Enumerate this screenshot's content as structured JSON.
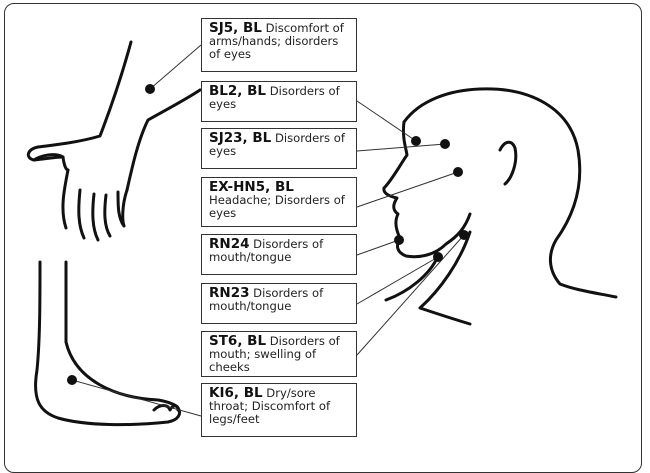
{
  "points": [
    {
      "code": "SJ5, BL",
      "desc": "Discomfort of arms/hands; disorders of eyes"
    },
    {
      "code": "BL2, BL",
      "desc": "Disorders of eyes"
    },
    {
      "code": "SJ23, BL",
      "desc": "Disorders of eyes"
    },
    {
      "code": "EX-HN5, BL",
      "desc": "Headache; Disorders of eyes"
    },
    {
      "code": "RN24",
      "desc": "Disorders of mouth/tongue"
    },
    {
      "code": "RN23",
      "desc": "Disorders of mouth/tongue"
    },
    {
      "code": "ST6, BL",
      "desc": "Disorders of mouth; swelling of cheeks"
    },
    {
      "code": "KI6, BL",
      "desc": "Dry/sore throat; Discomfort of legs/feet"
    }
  ],
  "colors": {
    "ink": "#111111",
    "box_border": "#333333"
  }
}
